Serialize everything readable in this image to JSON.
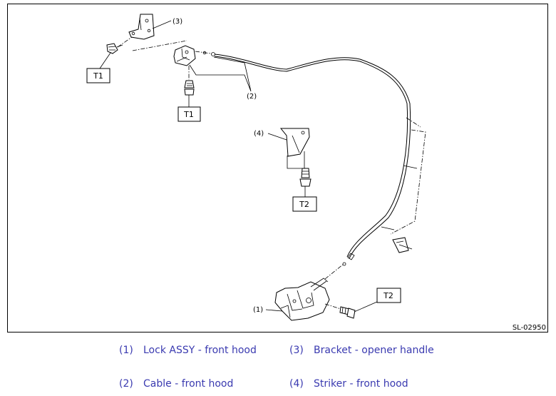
{
  "diagram": {
    "code": "SL-02950",
    "callouts": [
      "(1)",
      "(2)",
      "(3)",
      "(4)"
    ],
    "torque_labels": [
      "T1",
      "T1",
      "T2",
      "T2"
    ]
  },
  "legend": [
    {
      "num": "(1)",
      "text": "Lock ASSY - front hood"
    },
    {
      "num": "(2)",
      "text": "Cable - front hood"
    },
    {
      "num": "(3)",
      "text": "Bracket - opener handle"
    },
    {
      "num": "(4)",
      "text": "Striker - front hood"
    }
  ],
  "colors": {
    "legend_text": "#3a3ab0",
    "line": "#000000",
    "background": "#ffffff"
  }
}
